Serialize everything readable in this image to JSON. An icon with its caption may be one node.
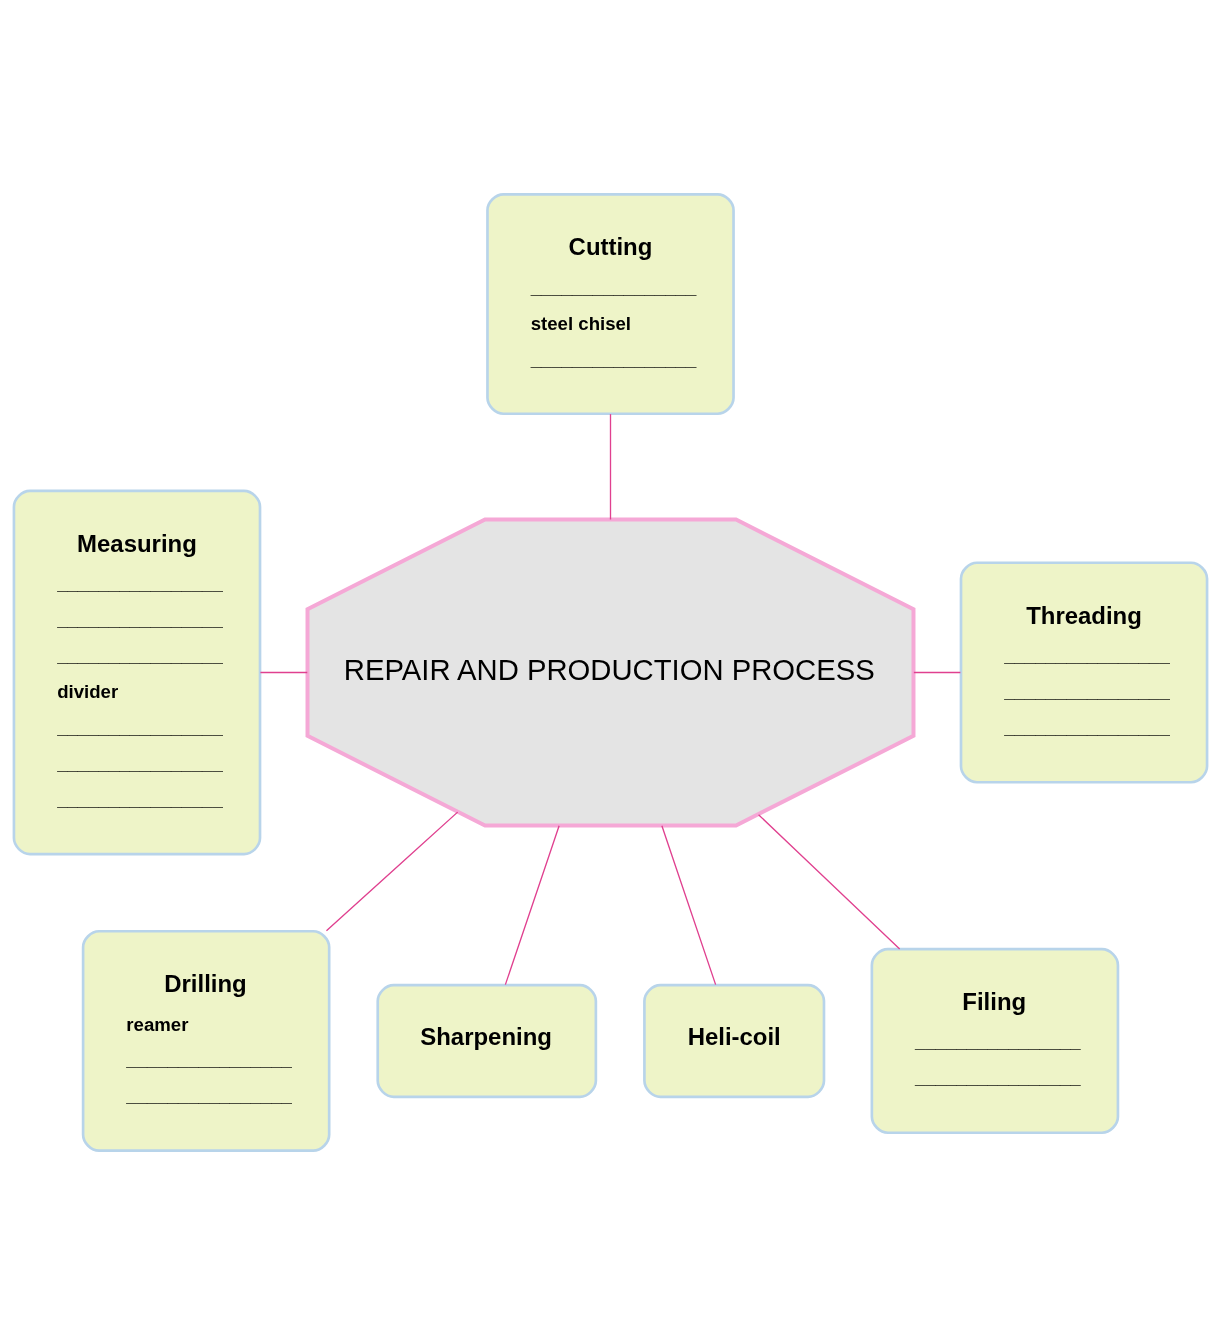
{
  "diagram": {
    "nodes": [
      {
        "text": [
          "Cutting",
          "________________",
          "steel chisel",
          "________________"
        ]
      },
      {
        "text": [
          "Measuring",
          "________________",
          "________________",
          "________________",
          "divider",
          "________________",
          "________________",
          "________________"
        ]
      },
      {
        "text": [
          "Threading",
          "________________",
          "________________",
          "________________"
        ]
      },
      {
        "text": [
          "REPAIR AND PRODUCTION PROCESS"
        ]
      },
      {
        "text": [
          "Drilling",
          "reamer",
          "________________",
          "________________"
        ]
      },
      {
        "text": [
          "Sharpening"
        ]
      },
      {
        "text": [
          "Heli-coil"
        ]
      },
      {
        "text": [
          "Filing",
          "________________",
          "________________"
        ]
      }
    ],
    "edges": [
      {
        "from": 0,
        "to": 3,
        "arrow": "none"
      },
      {
        "from": 1,
        "to": 3,
        "arrow": "none"
      },
      {
        "from": 3,
        "to": 2,
        "arrow": "none"
      },
      {
        "from": 3,
        "to": 4,
        "arrow": "none"
      },
      {
        "from": 3,
        "to": 5,
        "arrow": "none"
      },
      {
        "from": 3,
        "to": 6,
        "arrow": "none"
      },
      {
        "from": 3,
        "to": 7,
        "arrow": "none"
      }
    ]
  }
}
